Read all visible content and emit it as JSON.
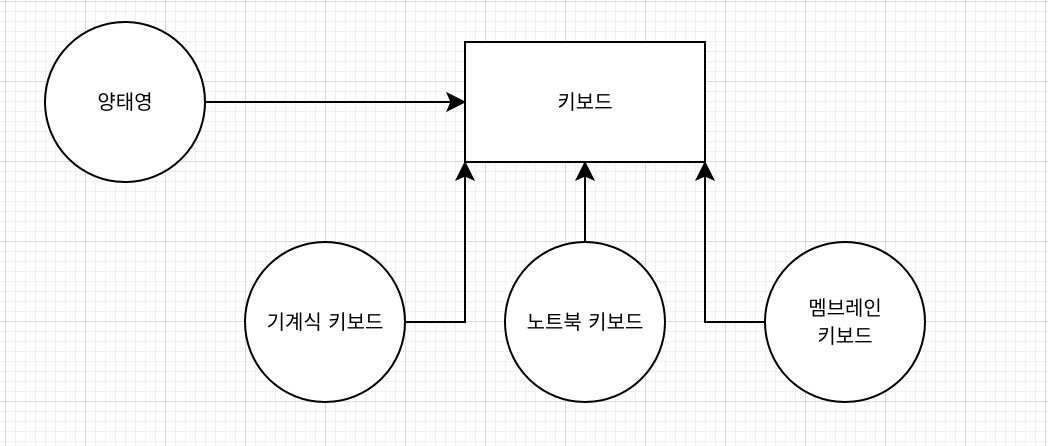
{
  "nodes": {
    "yangtaeyeong": {
      "label": "양태영"
    },
    "keyboard": {
      "label": "키보드"
    },
    "mechanical": {
      "label": "기계식 키보드"
    },
    "laptop": {
      "label": "노트북 키보드"
    },
    "membrane": {
      "label_line1": "멤브레인",
      "label_line2": "키보드"
    }
  },
  "colors": {
    "stroke": "#000000",
    "fill": "#ffffff",
    "grid": "#d9d9d9"
  }
}
